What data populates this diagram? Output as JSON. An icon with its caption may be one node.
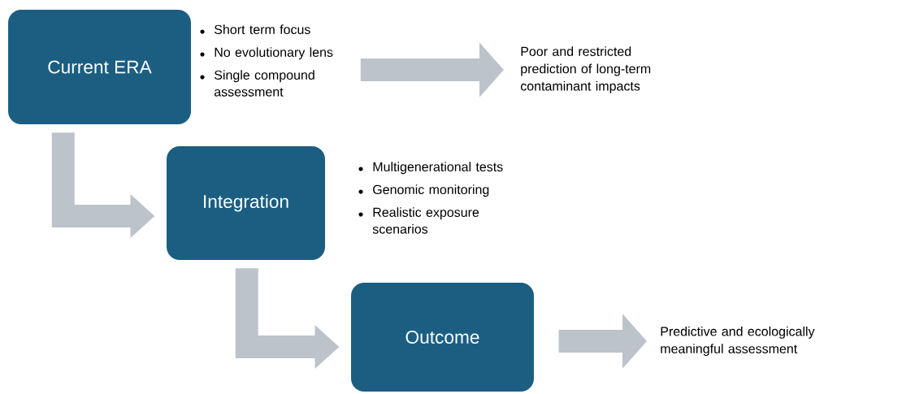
{
  "diagram": {
    "nodes": [
      {
        "text": [
          "Current ERA"
        ]
      },
      {
        "text": [
          "Short term focus",
          "No evolutionary lens",
          "Single compound assessment"
        ]
      },
      {
        "text": [
          "Poor and restricted prediction of long-term contaminant impacts"
        ]
      },
      {
        "text": [
          "Integration"
        ],
        "beside": [
          "Multigenerational tests",
          "Genomic monitoring",
          "Realistic exposure scenarios"
        ]
      },
      {
        "text": [
          "Outcome"
        ]
      },
      {
        "text": [
          "Predictive and ecologically meaningful assessment"
        ]
      }
    ],
    "edges": [
      {
        "from": 1,
        "to": 2,
        "arrow": "to"
      },
      {
        "from": 0,
        "to": 3,
        "arrow": "to"
      },
      {
        "from": 3,
        "to": 4,
        "arrow": "to"
      },
      {
        "from": 4,
        "to": 5,
        "arrow": "to"
      }
    ]
  }
}
